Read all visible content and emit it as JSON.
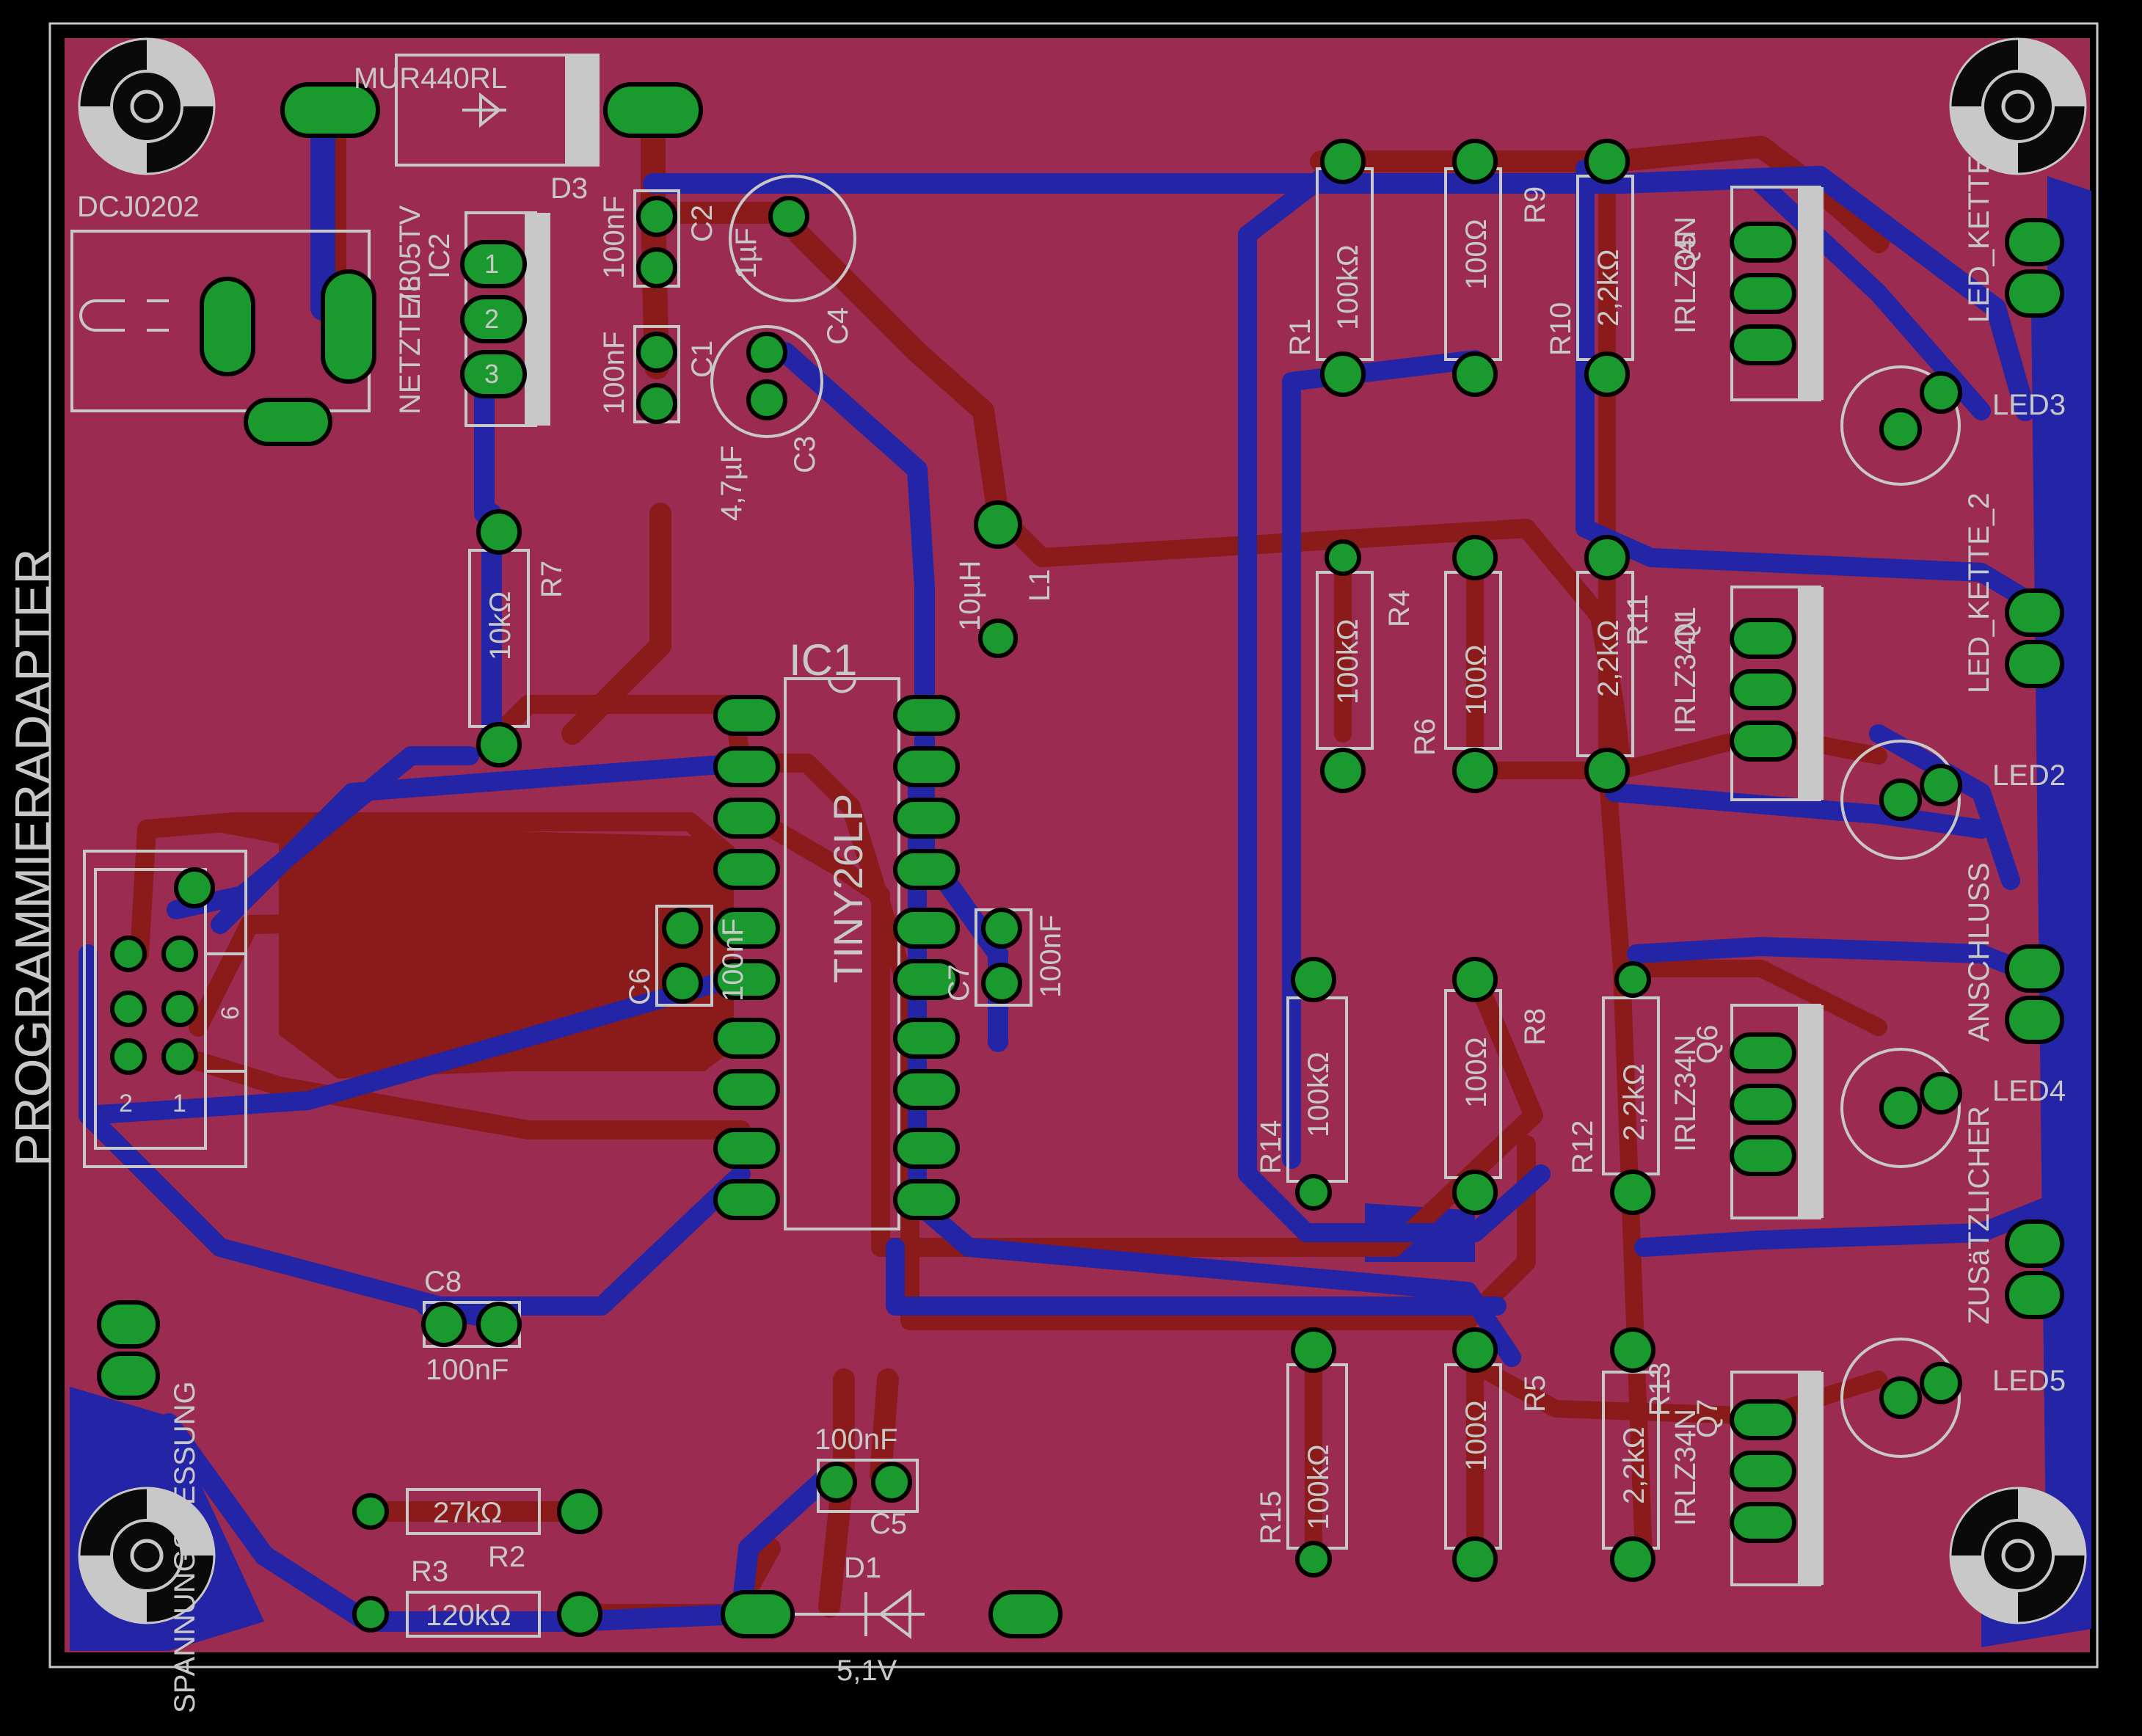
{
  "board": {
    "title": "PROGRAMMIERADAPTER",
    "colors": {
      "background": "#000000",
      "substrate": "#9c2b52",
      "top_copper": "#8b1a1a",
      "bottom_copper": "#2324a6",
      "pad": "#1a9a2e",
      "silkscreen": "#c8c8c8"
    }
  },
  "labels": {
    "mur": "MUR440RL",
    "d3": "D3",
    "dcj": "DCJ0202",
    "netzteil": "NETZTEIL",
    "ic2": "IC2",
    "ic2_val": "7805TV",
    "c2": "C2",
    "c2_val": "100nF",
    "c1": "C1",
    "c1_val": "100nF",
    "c4": "C4",
    "c4_val": "1µF",
    "c3": "C3",
    "c3_val": "4,7µF",
    "r7": "R7",
    "r7_val": "10kΩ",
    "l1": "L1",
    "l1_val": "10µH",
    "ic1": "IC1",
    "ic1_val": "TINY26LP",
    "c6": "C6",
    "c6_val": "100nF",
    "c7": "C7",
    "c7_val": "100nF",
    "c8": "C8",
    "c8_val": "100nF",
    "c5": "C5",
    "c5_val": "100nF",
    "spannungsmessung": "SPANNUNGSMESSUNG",
    "r2": "R2",
    "r2_val": "27kΩ",
    "r3": "R3",
    "r3_val": "120kΩ",
    "d1": "D1",
    "d1_val": "5,1V",
    "r1": "R1",
    "r1_val": "100kΩ",
    "r9": "R9",
    "r9_val": "100Ω",
    "r10": "R10",
    "r10_val": "2,2kΩ",
    "q5": "Q5",
    "q5_val": "IRLZ34N",
    "r4": "R4",
    "r4_val": "100kΩ",
    "r6": "R6",
    "r6_val": "100Ω",
    "r11": "R11",
    "r11_val": "2,2kΩ",
    "q1": "Q1",
    "q1_val": "IRLZ34N",
    "r14": "R14",
    "r14_val": "100kΩ",
    "r8": "R8",
    "r8_val": "100Ω",
    "r12": "R12",
    "r12_val": "2,2kΩ",
    "q6": "Q6",
    "q6_val": "IRLZ34N",
    "r15": "R15",
    "r15_val": "100kΩ",
    "r5": "R5",
    "r5_val": "100Ω",
    "r13": "R13",
    "r13_val": "2,2kΩ",
    "q7": "Q7",
    "q7_val": "IRLZ34N",
    "led3": "LED3",
    "led2": "LED2",
    "led4": "LED4",
    "led5": "LED5",
    "led_kette_1": "LED_KETTE_1",
    "led_kette_2": "LED_KETTE_2",
    "anschluss": "ANSCHLUSS",
    "zusaetzlicher": "ZUSäTZLICHER",
    "isp_2": "2",
    "isp_1": "1",
    "isp_6": "6",
    "pin1": "1",
    "pin2": "2",
    "pin3": "3"
  }
}
